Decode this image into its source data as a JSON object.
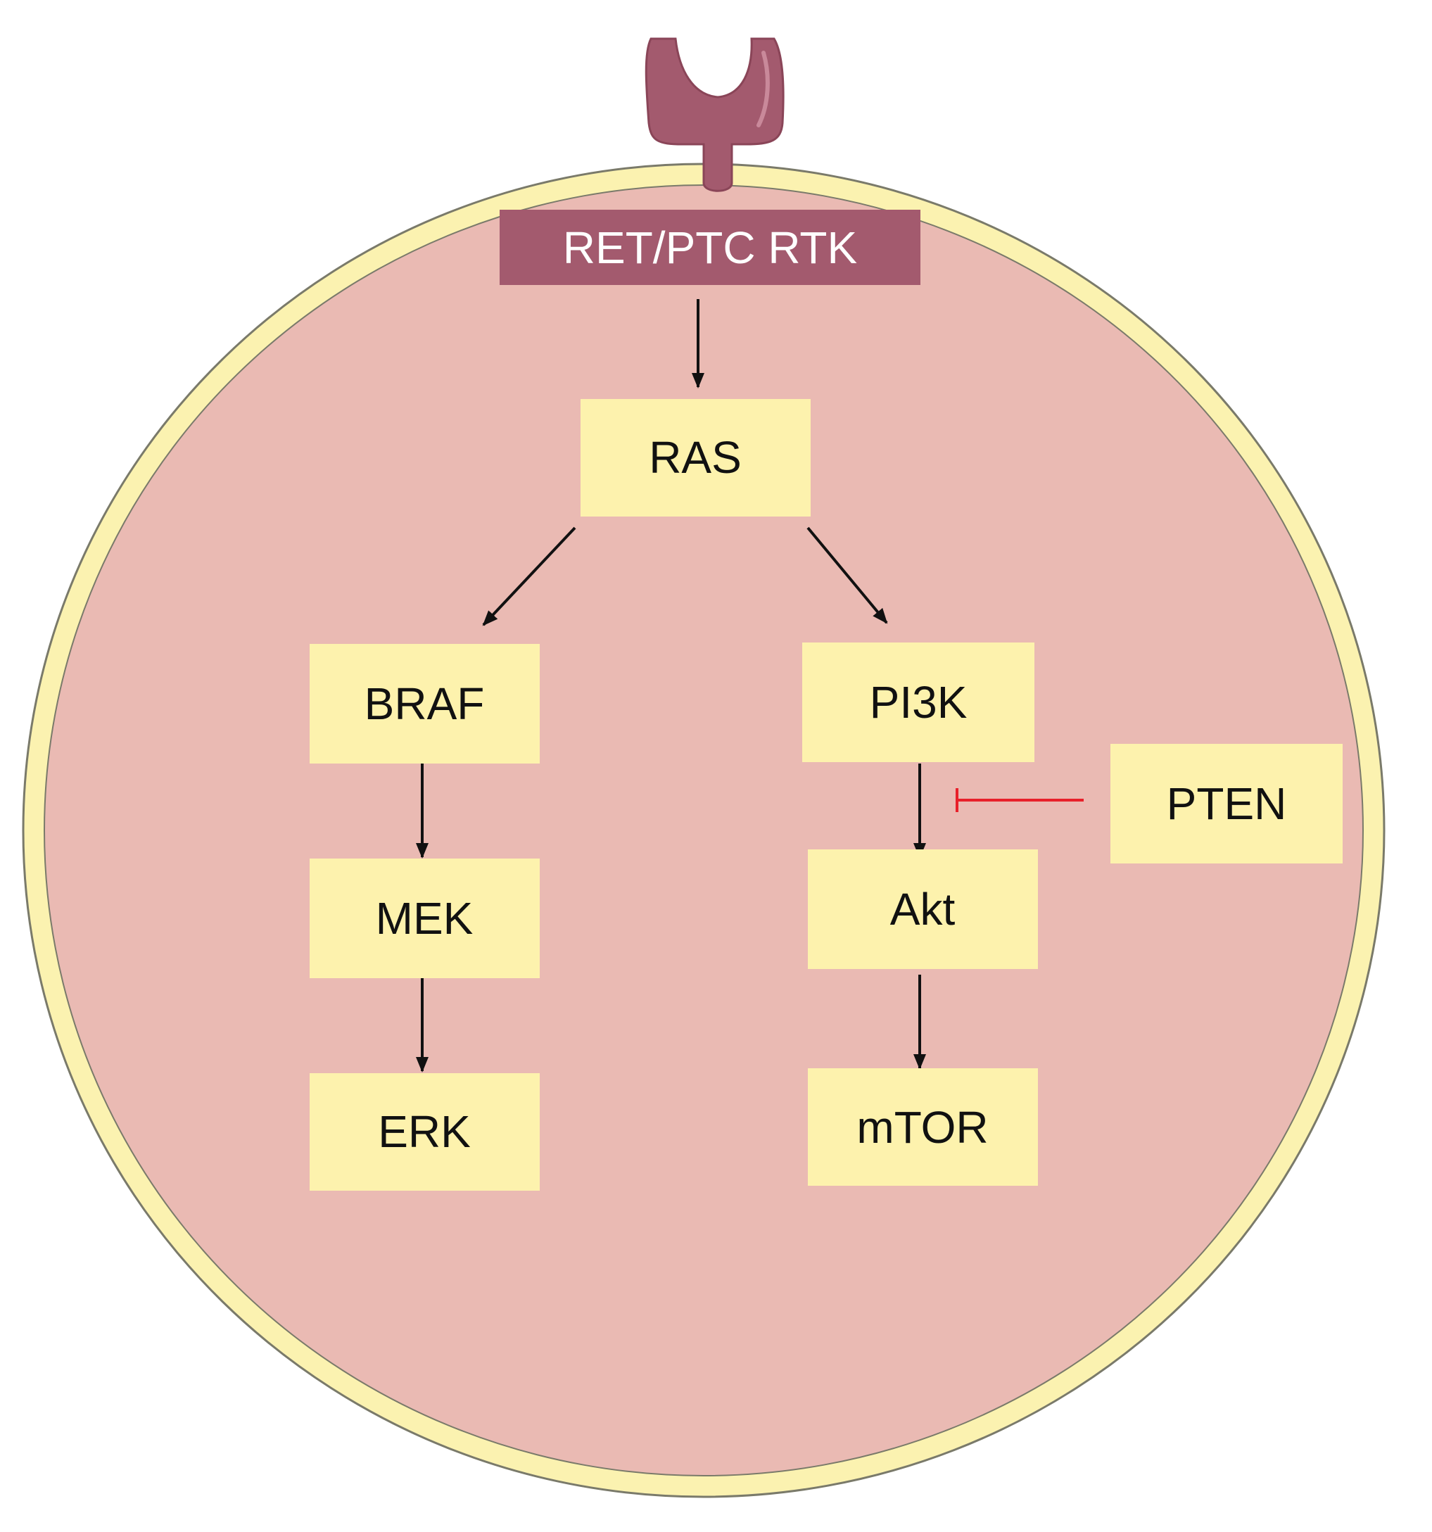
{
  "colors": {
    "cytoplasm": "#eabab3",
    "membrane": "#fbf2b0",
    "membrane_outline": "#7a7a6a",
    "receptor": "#a35a6e",
    "receptor_text": "#ffffff",
    "node_fill": "#fdf2ad",
    "node_text": "#111111",
    "activation_arrow": "#111111",
    "inhibition_line": "#e8202a"
  },
  "receptor": {
    "label": "RET/PTC RTK",
    "icon": "receptor-icon"
  },
  "nodes": {
    "ras": "RAS",
    "braf": "BRAF",
    "mek": "MEK",
    "erk": "ERK",
    "pi3k": "PI3K",
    "akt": "Akt",
    "mtor": "mTOR",
    "pten": "PTEN"
  },
  "edges": [
    {
      "from": "receptor",
      "to": "ras",
      "type": "activation"
    },
    {
      "from": "ras",
      "to": "braf",
      "type": "activation"
    },
    {
      "from": "ras",
      "to": "pi3k",
      "type": "activation"
    },
    {
      "from": "braf",
      "to": "mek",
      "type": "activation"
    },
    {
      "from": "mek",
      "to": "erk",
      "type": "activation"
    },
    {
      "from": "pi3k",
      "to": "akt",
      "type": "activation"
    },
    {
      "from": "akt",
      "to": "mtor",
      "type": "activation"
    },
    {
      "from": "pten",
      "to": "pi3k-akt",
      "type": "inhibition"
    }
  ]
}
